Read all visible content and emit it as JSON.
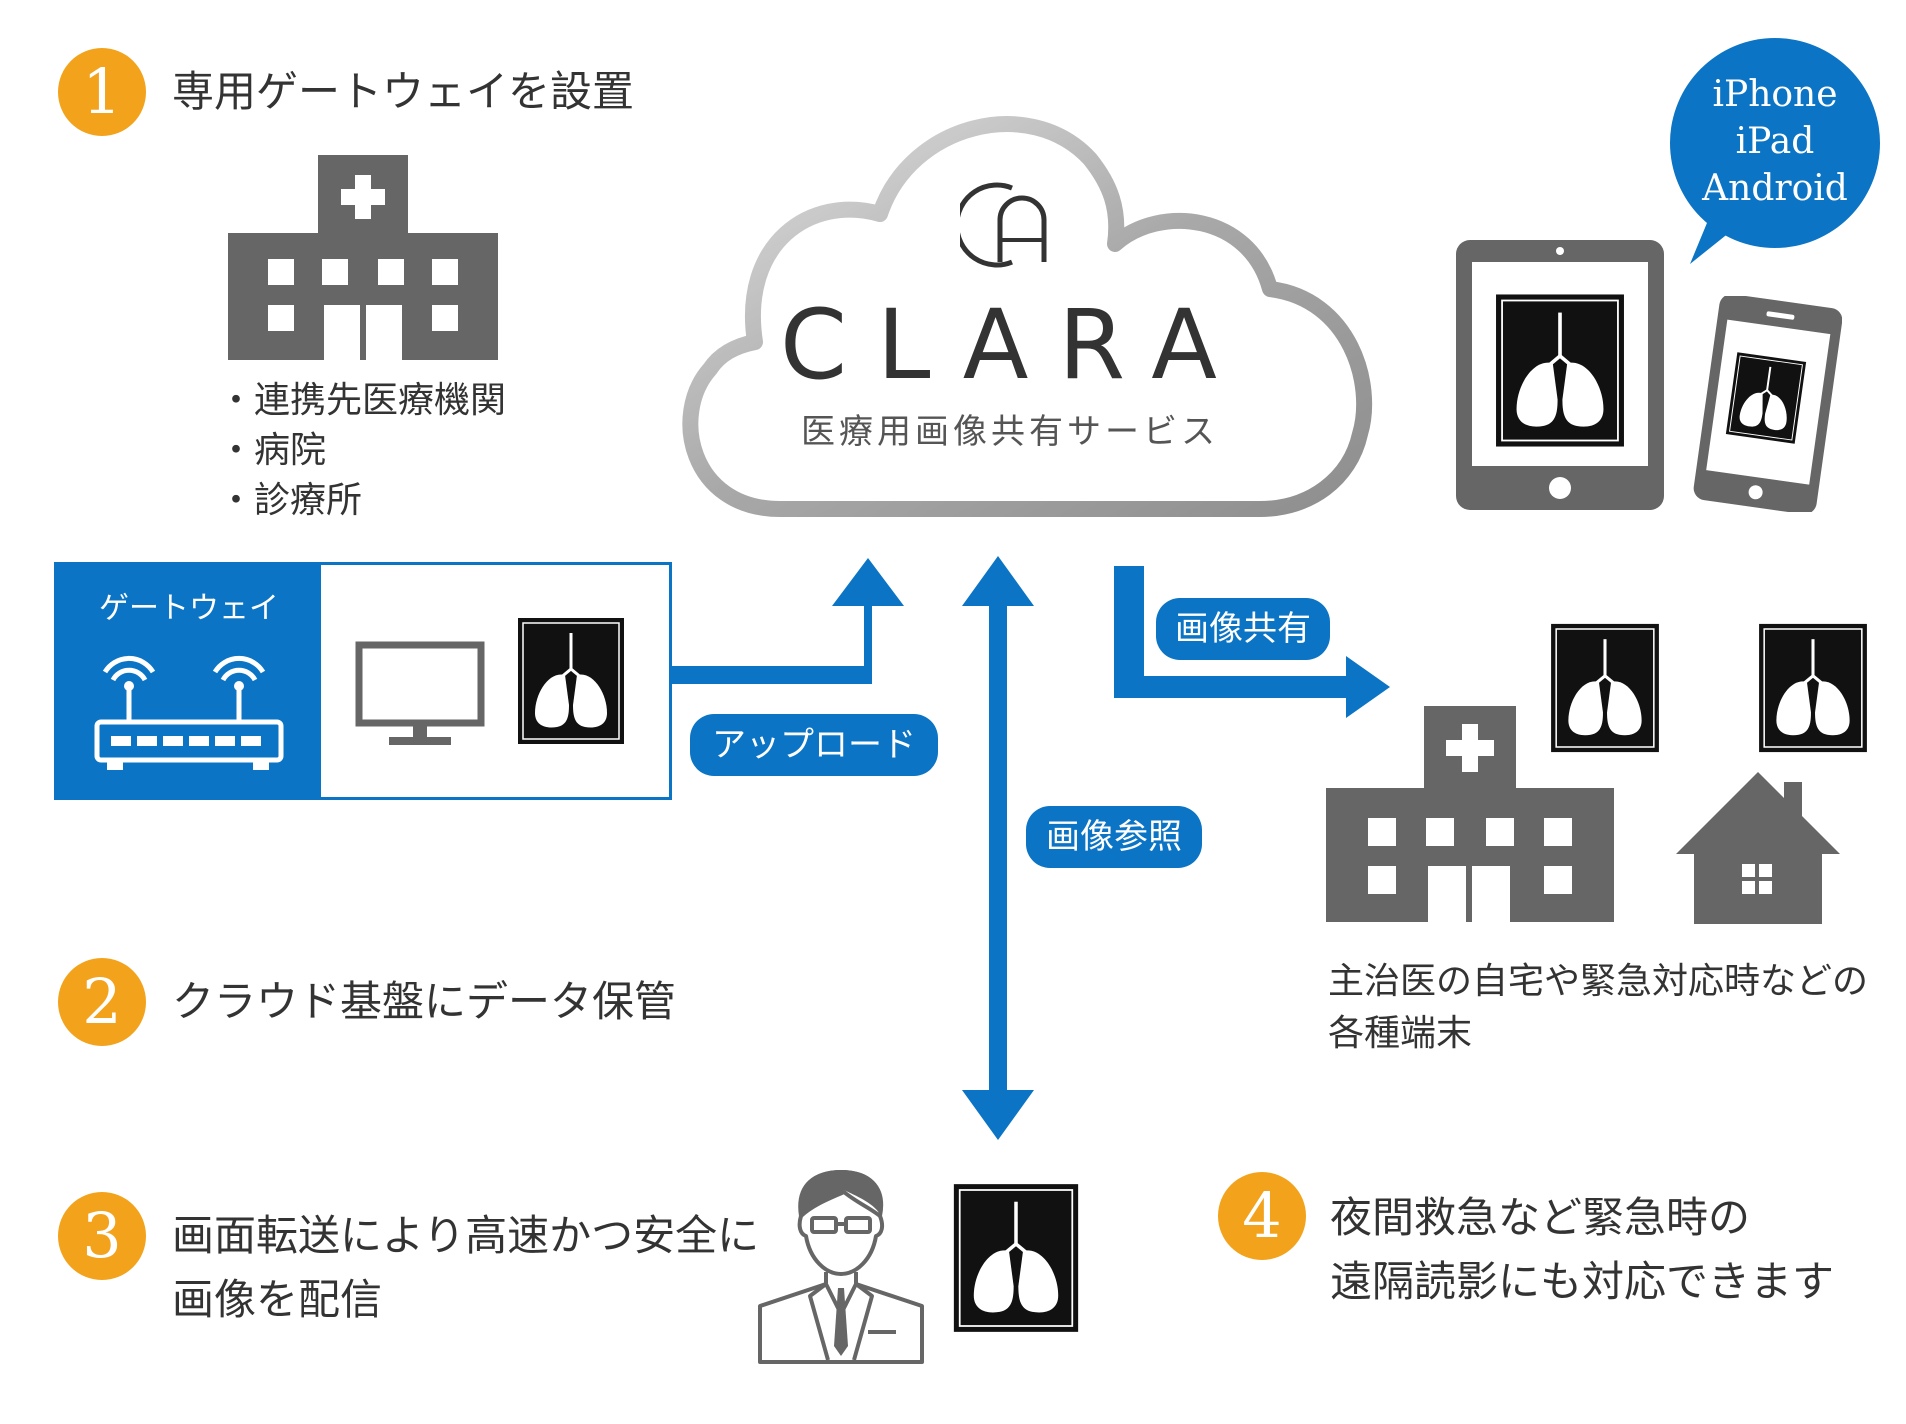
{
  "steps": [
    {
      "number": "1",
      "text": "専用ゲートウェイを設置"
    },
    {
      "number": "2",
      "text": "クラウド基盤にデータ保管"
    },
    {
      "number": "3",
      "text_line1": "画面転送により高速かつ安全に",
      "text_line2": "画像を配信"
    },
    {
      "number": "4",
      "text_line1": "夜間救急など緊急時の",
      "text_line2": "遠隔読影にも対応できます"
    }
  ],
  "facility_list": [
    "・連携先医療機関",
    "・病院",
    "・診療所"
  ],
  "gateway": {
    "label": "ゲートウェイ"
  },
  "cloud": {
    "logo_letter": "A",
    "title": "CLARA",
    "subtitle": "医療用画像共有サービス"
  },
  "devices": [
    "iPhone",
    "iPad",
    "Android"
  ],
  "flows": {
    "upload": "アップロード",
    "share": "画像共有",
    "reference": "画像参照"
  },
  "destinations": {
    "line1": "主治医の自宅や緊急対応時などの",
    "line2": "各種端末"
  },
  "colors": {
    "accent_blue": "#0B74C5",
    "step_orange": "#F3A21C",
    "icon_gray": "#666666"
  }
}
